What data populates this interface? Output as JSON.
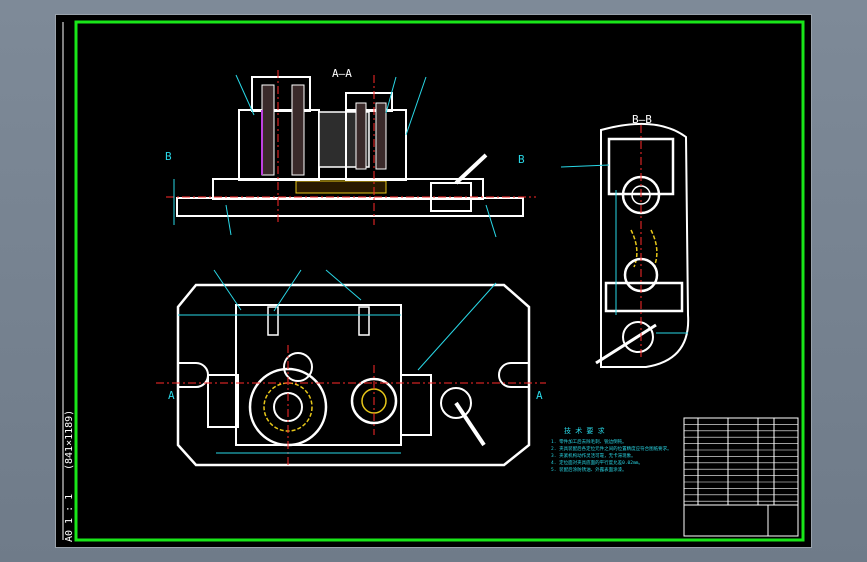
{
  "section_views": {
    "aa_title": "A—A",
    "bb_title": "B—B",
    "b_left": "B",
    "b_right": "B",
    "a_left": "A",
    "a_right": "A"
  },
  "border_text": {
    "scale_format": "A0  1 : 1",
    "sheet_size": "(841×1189)"
  },
  "tech_requirements": {
    "title": "技 术 要 求",
    "lines": [
      "1. 零件加工后去除毛刺、锐边倒钝。",
      "2. 夹具装配后各定位元件之间的位置精度应符合图纸要求。",
      "3. 夹紧机构动作灵活可靠，无卡滞现象。",
      "4. 定位面对夹具底面的平行度允差0.02mm。",
      "5. 装配后涂防锈油、外露表面涂漆。"
    ]
  },
  "colors": {
    "frame_green": "#19e619",
    "outline_white": "#ffffff",
    "center_red": "#ff2a2a",
    "dim_cyan": "#29d7e6",
    "hatch_yellow": "#e6c619",
    "magenta": "#c040e0"
  }
}
